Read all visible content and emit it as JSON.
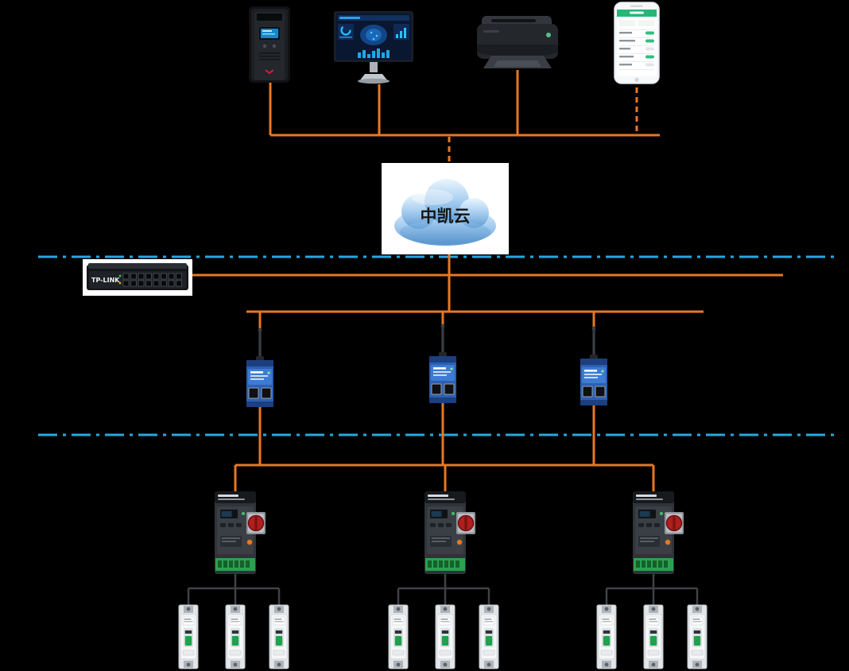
{
  "diagram": {
    "type": "power-monitoring-network-topology",
    "cloud": {
      "label": "中凯云"
    },
    "switch": {
      "brand": "TP-LINK"
    },
    "topology": {
      "top_row_devices": [
        "ups",
        "monitoring-terminal",
        "printer",
        "mobile-app"
      ],
      "gateway_count": 3,
      "controller_count": 3,
      "breakers_per_controller": 3
    },
    "colors": {
      "background": "#000000",
      "bus_line": "#E87722",
      "layer_divider": "#25A9E0",
      "branch_line": "#3F4246"
    }
  }
}
